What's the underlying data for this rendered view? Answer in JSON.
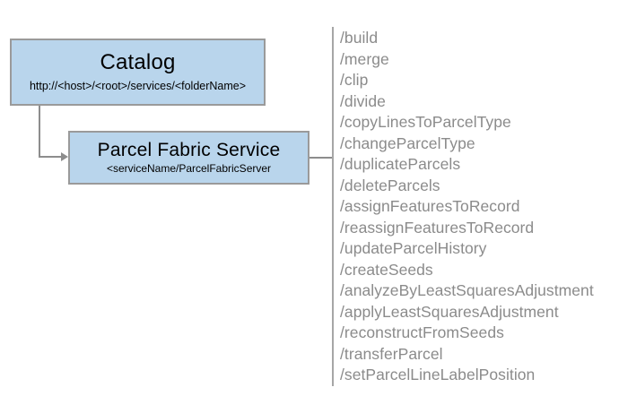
{
  "diagram": {
    "type": "service-architecture-diagram",
    "nodes": [
      {
        "id": "catalog",
        "title": "Catalog",
        "subtitle": "http://<host>/<root>/services/<folderName>",
        "fill": "#b9d5ec",
        "border": "#9a9a9a"
      },
      {
        "id": "parcel-fabric-service",
        "title": "Parcel Fabric Service",
        "subtitle": "<serviceName/ParcelFabricServer",
        "fill": "#b9d5ec",
        "border": "#9a9a9a"
      }
    ],
    "connector_color": "#8d8d8d",
    "rail_color": "#a6a6a6"
  },
  "operations": {
    "text_color": "#8b8b8b",
    "items": [
      "/build",
      "/merge",
      "/clip",
      "/divide",
      "/copyLinesToParcelType",
      "/changeParcelType",
      "/duplicateParcels",
      "/deleteParcels",
      "/assignFeaturesToRecord",
      "/reassignFeaturesToRecord",
      "/updateParcelHistory",
      "/createSeeds",
      "/analyzeByLeastSquaresAdjustment",
      "/applyLeastSquaresAdjustment",
      "/reconstructFromSeeds",
      "/transferParcel",
      "/setParcelLineLabelPosition"
    ]
  }
}
